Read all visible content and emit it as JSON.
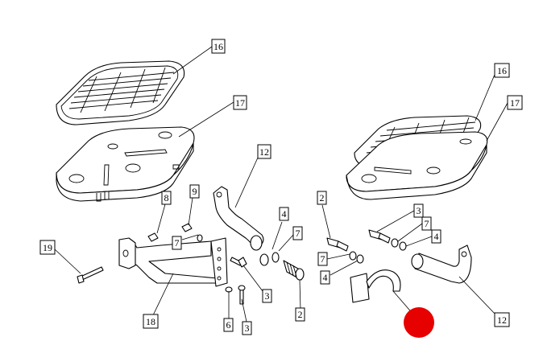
{
  "diagram": {
    "callouts": [
      {
        "id": "c16a",
        "label": "16"
      },
      {
        "id": "c17a",
        "label": "17"
      },
      {
        "id": "c12a",
        "label": "12"
      },
      {
        "id": "c9",
        "label": "9"
      },
      {
        "id": "c8",
        "label": "8"
      },
      {
        "id": "c4a",
        "label": "4"
      },
      {
        "id": "c7a",
        "label": "7"
      },
      {
        "id": "c7b",
        "label": "7"
      },
      {
        "id": "c19",
        "label": "19"
      },
      {
        "id": "c18",
        "label": "18"
      },
      {
        "id": "c3a",
        "label": "3"
      },
      {
        "id": "c3b",
        "label": "3"
      },
      {
        "id": "c6",
        "label": "6"
      },
      {
        "id": "c2a",
        "label": "2"
      },
      {
        "id": "c2b",
        "label": "2"
      },
      {
        "id": "c7c",
        "label": "7"
      },
      {
        "id": "c4b",
        "label": "4"
      },
      {
        "id": "c3c",
        "label": "3"
      },
      {
        "id": "c7d",
        "label": "7"
      },
      {
        "id": "c4c",
        "label": "4"
      },
      {
        "id": "c16b",
        "label": "16"
      },
      {
        "id": "c17b",
        "label": "17"
      },
      {
        "id": "c12b",
        "label": "12"
      }
    ],
    "marker_color": "#e60000",
    "line_color": "#000000"
  }
}
